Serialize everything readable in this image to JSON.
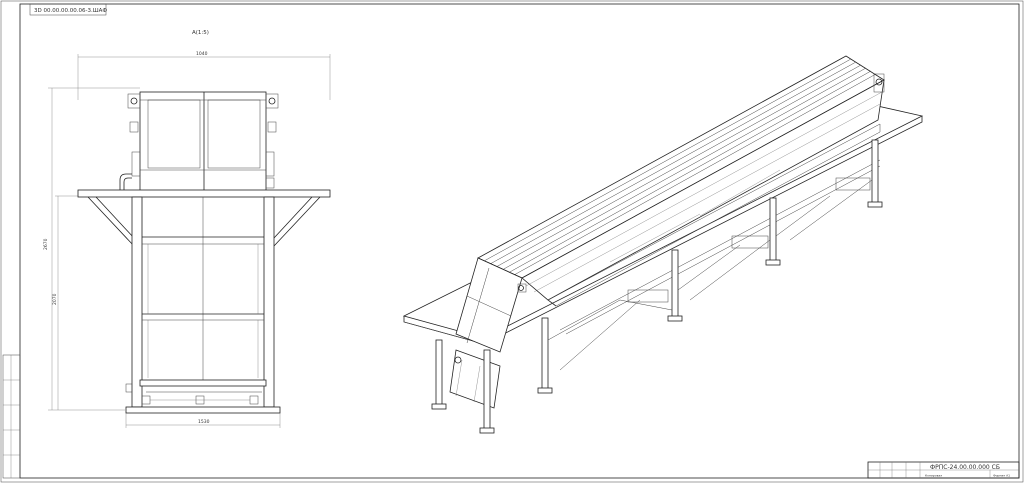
{
  "doc_stamp": "3D 00.00.00.00.06-3.ШАФ",
  "view_label": "А(1:5)",
  "dimensions": {
    "top_width": "1040",
    "total_height": "2670",
    "frame_height": "2070",
    "base_width": "1530"
  },
  "title_block": {
    "designation": "ФРПС-24.00.00.000 СБ",
    "sheet_text": "Копировал",
    "format_text": "Формат А1"
  }
}
